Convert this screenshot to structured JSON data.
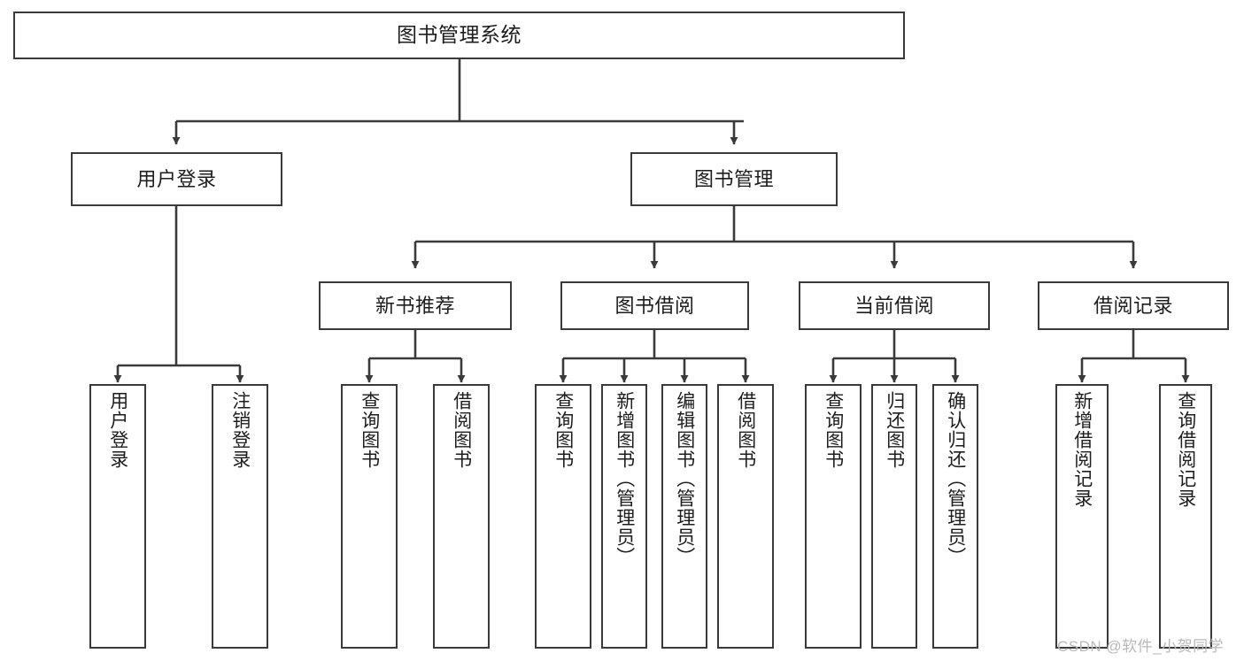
{
  "diagram": {
    "title": "图书管理系统",
    "type": "tree-hierarchy-chart",
    "colors": {
      "background": "#ffffff",
      "box_stroke": "#3a3a3a",
      "box_fill": "#ffffff",
      "edge": "#3a3a3a",
      "text": "#1d1d1d",
      "watermark": "#b9b9b9"
    },
    "nodes": {
      "root": {
        "label": "图书管理系统"
      },
      "level2": [
        {
          "id": "user-login",
          "label": "用户登录"
        },
        {
          "id": "book-manage",
          "label": "图书管理"
        }
      ],
      "level3": [
        {
          "id": "new-book-rec",
          "label": "新书推荐"
        },
        {
          "id": "book-borrow",
          "label": "图书借阅"
        },
        {
          "id": "current-borrow",
          "label": "当前借阅"
        },
        {
          "id": "borrow-record",
          "label": "借阅记录"
        }
      ],
      "leaves": {
        "user_login": [
          {
            "id": "leaf-user-login",
            "label": "用户登录"
          },
          {
            "id": "leaf-logout",
            "label": "注销登录"
          }
        ],
        "new_book_rec": [
          {
            "id": "leaf-query-book-1",
            "label": "查询图书"
          },
          {
            "id": "leaf-borrow-book-1",
            "label": "借阅图书"
          }
        ],
        "book_borrow": [
          {
            "id": "leaf-query-book-2",
            "label": "查询图书"
          },
          {
            "id": "leaf-add-book",
            "label": "新增图书（管理员）"
          },
          {
            "id": "leaf-edit-book",
            "label": "编辑图书（管理员）"
          },
          {
            "id": "leaf-borrow-book-2",
            "label": "借阅图书"
          }
        ],
        "current_borrow": [
          {
            "id": "leaf-query-book-3",
            "label": "查询图书"
          },
          {
            "id": "leaf-return-book",
            "label": "归还图书"
          },
          {
            "id": "leaf-confirm-return",
            "label": "确认归还（管理员）"
          }
        ],
        "borrow_record": [
          {
            "id": "leaf-add-record",
            "label": "新增借阅记录"
          },
          {
            "id": "leaf-query-record",
            "label": "查询借阅记录"
          }
        ]
      }
    },
    "watermark": "CSDN @软件_小贺同学"
  }
}
